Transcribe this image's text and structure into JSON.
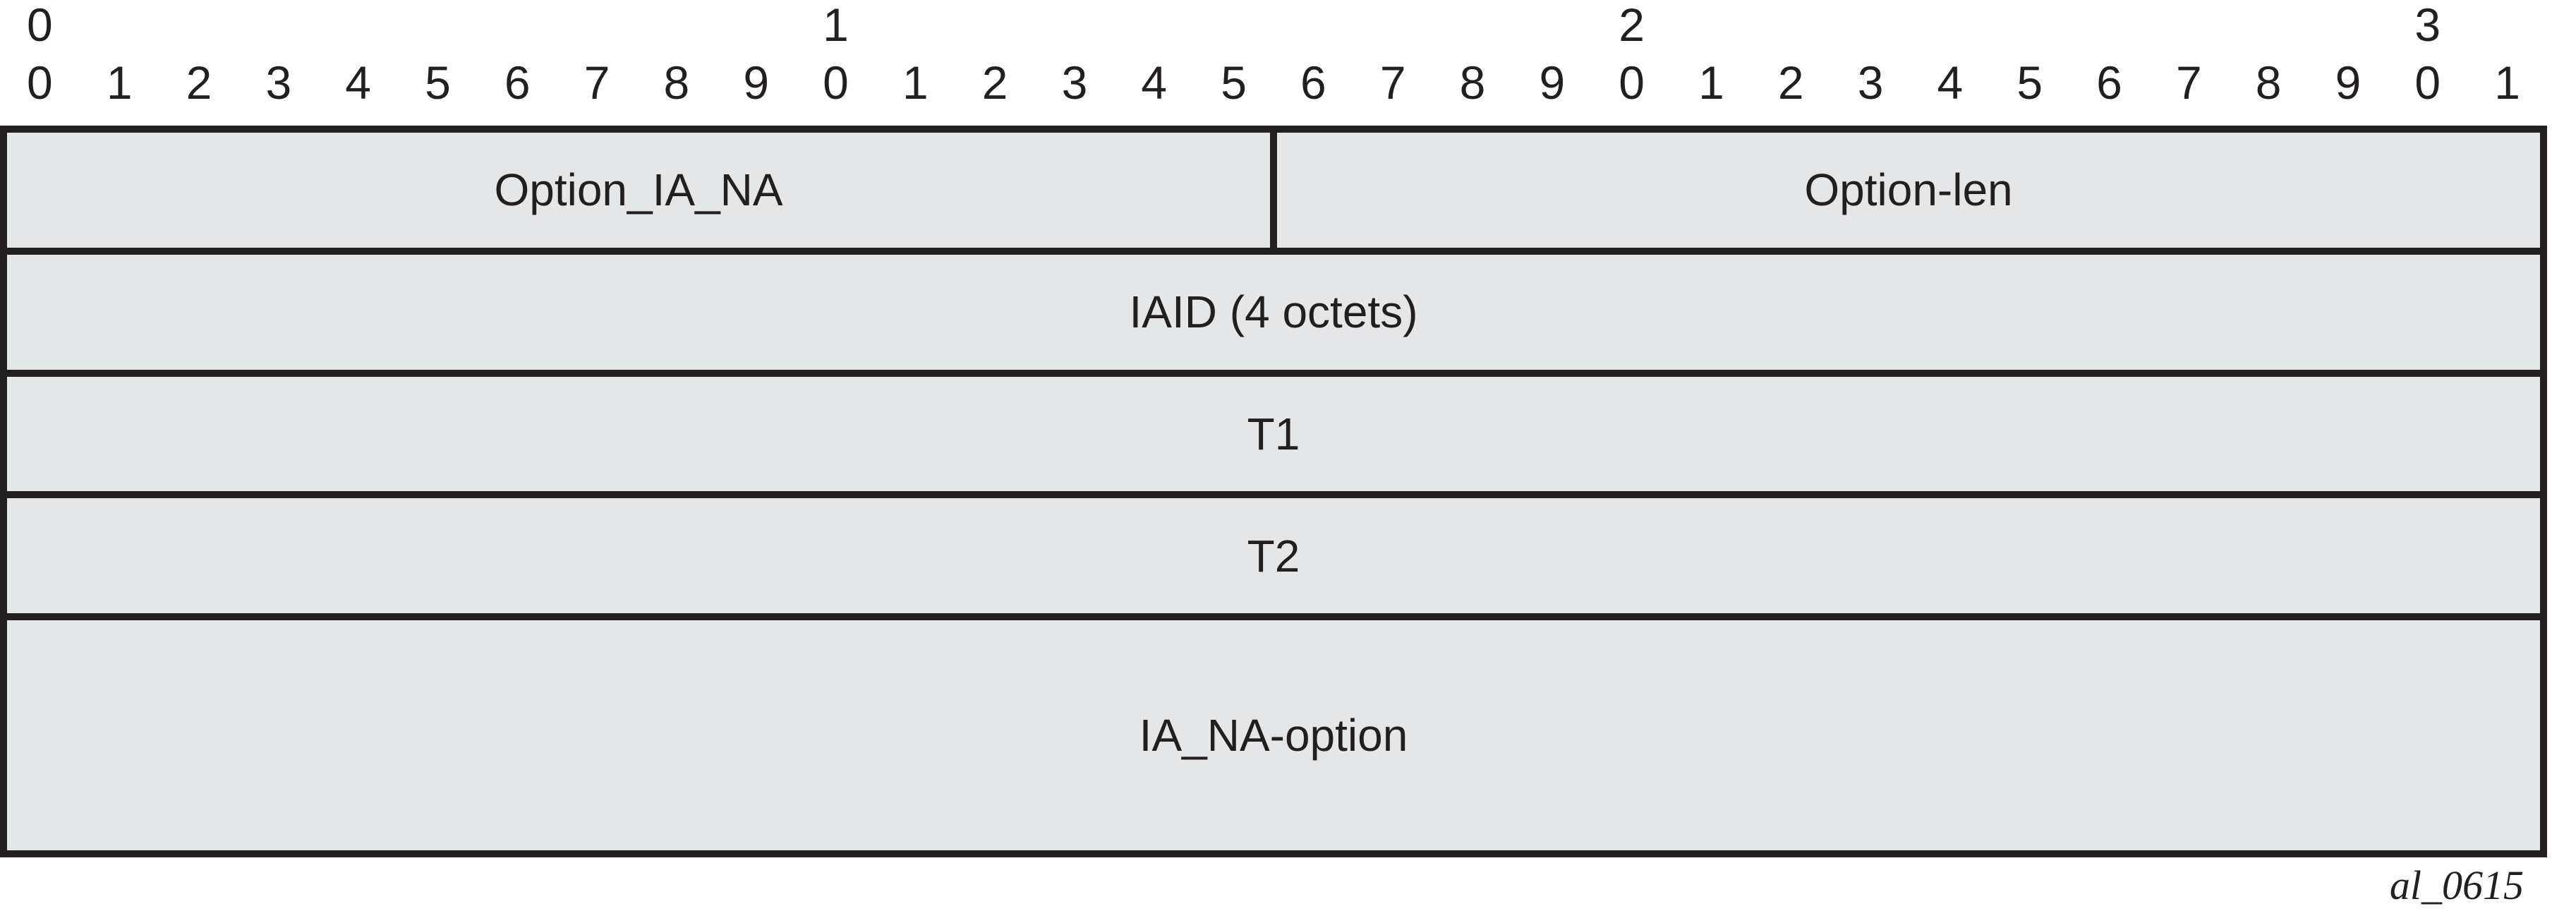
{
  "diagram": {
    "kind": "packet-format-diagram",
    "ruler": {
      "decade_labels": [
        {
          "label": "0",
          "bit": 0
        },
        {
          "label": "1",
          "bit": 10
        },
        {
          "label": "2",
          "bit": 20
        },
        {
          "label": "3",
          "bit": 30
        }
      ],
      "bit_labels": [
        "0",
        "1",
        "2",
        "3",
        "4",
        "5",
        "6",
        "7",
        "8",
        "9",
        "0",
        "1",
        "2",
        "3",
        "4",
        "5",
        "6",
        "7",
        "8",
        "9",
        "0",
        "1",
        "2",
        "3",
        "4",
        "5",
        "6",
        "7",
        "8",
        "9",
        "0",
        "1"
      ]
    },
    "rows": [
      {
        "height_units": 1,
        "cells": [
          {
            "label": "Option_IA_NA",
            "bits": 16
          },
          {
            "label": "Option-len",
            "bits": 16
          }
        ]
      },
      {
        "height_units": 1,
        "cells": [
          {
            "label": "IAID (4 octets)",
            "bits": 32
          }
        ]
      },
      {
        "height_units": 1,
        "cells": [
          {
            "label": "T1",
            "bits": 32
          }
        ]
      },
      {
        "height_units": 1,
        "cells": [
          {
            "label": "T2",
            "bits": 32
          }
        ]
      },
      {
        "height_units": 2,
        "cells": [
          {
            "label": "IA_NA-option",
            "bits": 32
          }
        ]
      }
    ],
    "figure_tag": "al_0615",
    "colors": {
      "cell_fill": "#e5e6e8",
      "border": "#231f20",
      "background": "#ffffff",
      "text": "#231f20"
    }
  }
}
